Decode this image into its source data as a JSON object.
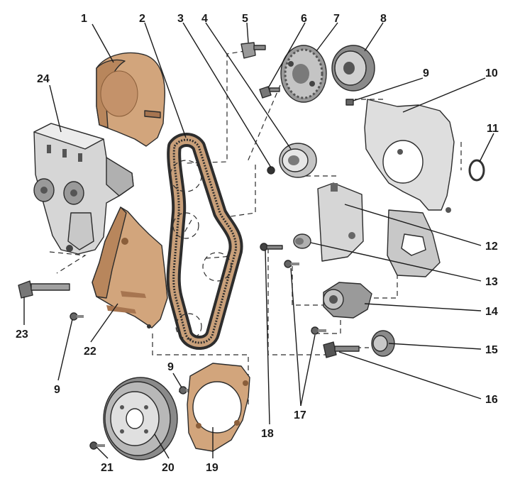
{
  "callouts": [
    {
      "id": "1"
    },
    {
      "id": "2"
    },
    {
      "id": "3"
    },
    {
      "id": "4"
    },
    {
      "id": "5"
    },
    {
      "id": "6"
    },
    {
      "id": "7"
    },
    {
      "id": "8"
    },
    {
      "id": "9"
    },
    {
      "id": "10"
    },
    {
      "id": "11"
    },
    {
      "id": "12"
    },
    {
      "id": "13"
    },
    {
      "id": "14"
    },
    {
      "id": "15"
    },
    {
      "id": "16"
    },
    {
      "id": "17"
    },
    {
      "id": "18"
    },
    {
      "id": "19"
    },
    {
      "id": "20"
    },
    {
      "id": "21"
    },
    {
      "id": "22"
    },
    {
      "id": "23"
    },
    {
      "id": "24"
    },
    {
      "id": "9"
    },
    {
      "id": "9"
    }
  ],
  "colors": {
    "cover_fill": "#d2a57c",
    "cover_shade": "#b8865c",
    "metal_light": "#e6e6e6",
    "metal_mid": "#c4c4c4",
    "metal_dark": "#7a7a7a",
    "belt_back": "#c9a07a",
    "belt_teeth": "#2d2d2d",
    "line": "#1a1a1a"
  }
}
